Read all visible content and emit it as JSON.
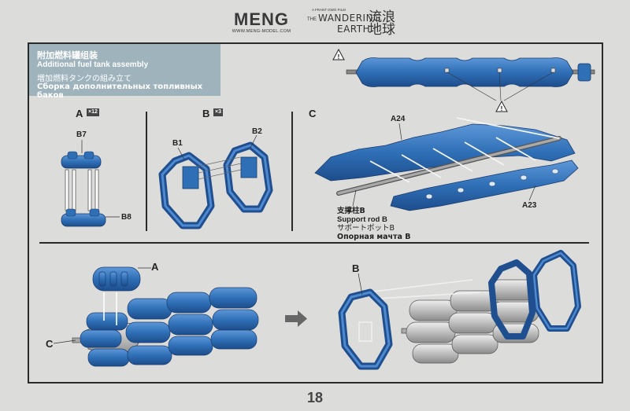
{
  "header": {
    "brand": "MENG",
    "brand_url": "WWW.MENG-MODEL.COM",
    "film_small": "A FRANT GWO FILM",
    "film_the": "THE",
    "film_title_1": "WANDERING",
    "film_title_2": "EARTH",
    "film_cn": "流浪地球"
  },
  "title": {
    "zh": "附加燃料罐组装",
    "en": "Additional fuel tank assembly",
    "ja": "増加燃料タンクの組み立て",
    "ru": "Сборка дополнительных топливных баков"
  },
  "step_a": {
    "label": "A",
    "qty": "×12",
    "part_top": "B7",
    "part_bottom": "B8"
  },
  "step_b": {
    "label": "B",
    "qty": "×3",
    "part_left": "B1",
    "part_right": "B2"
  },
  "step_c": {
    "label": "C",
    "part_top": "A24",
    "part_bottom": "A23",
    "rod_zh": "支撑柱B",
    "rod_en": "Support rod B",
    "rod_ja": "サポートポットB",
    "rod_ru": "Опорная мачта B"
  },
  "final": {
    "label_a": "A",
    "label_c": "C",
    "label_b": "B"
  },
  "page_number": "18",
  "colors": {
    "parts_blue": "#2f6fb6",
    "dark_blue": "#1f4f8f",
    "title_bg": "#9fb3bd",
    "gray_part": "#b9b9b9"
  },
  "icons": [
    "warning-triangle-icon",
    "warning-triangle-icon",
    "arrow-right-icon"
  ]
}
